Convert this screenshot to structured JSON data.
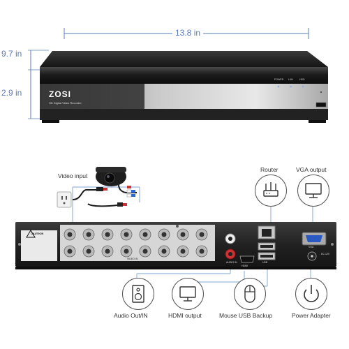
{
  "dimensions": {
    "width": "13.8 in",
    "depth": "9.7 in",
    "height": "2.9 in"
  },
  "dvr_front": {
    "brand": "ZOSI",
    "subtitle": "HD Digital Video Recorder",
    "led_labels": [
      "POWER",
      "LAN",
      "HDD"
    ]
  },
  "rear_panel": {
    "port_labels": {
      "video_in": "VIDEO IN",
      "audio": "AUDIO IN",
      "hdmi": "HDMI",
      "usb": "USB",
      "vga": "VGA",
      "power": "DC 12V",
      "caution": "CAUTION"
    }
  },
  "callouts": {
    "video_input": "Video input",
    "router": "Router",
    "vga_output": "VGA output",
    "audio": "Audio Out/IN",
    "hdmi": "HDMI output",
    "usb": "Mouse USB Backup",
    "power": "Power Adapter"
  },
  "colors": {
    "dimension_line": "#5a7bbd",
    "callout_line": "#7ea0d6",
    "dvr_body": "#2b2b2b"
  }
}
